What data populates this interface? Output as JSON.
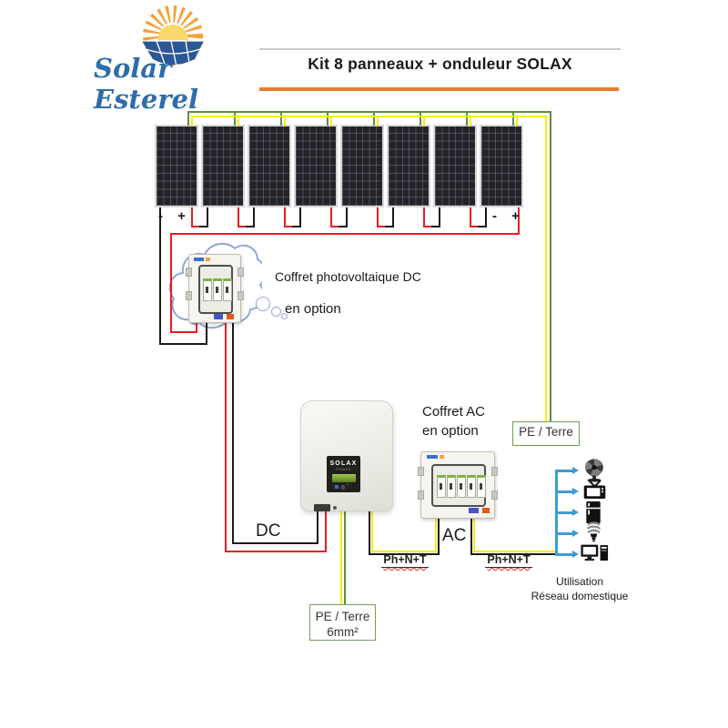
{
  "header": {
    "logo_text": "Solar Esterel",
    "title": "Kit 8 panneaux + onduleur SOLAX"
  },
  "panels": {
    "count": 8,
    "first_panel_terminals": "- +",
    "last_panel_terminals": "- +"
  },
  "dc_box": {
    "label": "Coffret photovoltaique DC",
    "option_note": "en option"
  },
  "inverter": {
    "brand": "SOLAX",
    "brand_sub": "POWER"
  },
  "ac_box": {
    "label_line1": "Coffret AC",
    "label_line2": "en option"
  },
  "labels": {
    "dc": "DC",
    "ac": "AC",
    "pe_terre_right": "PE / Terre",
    "pe_terre_bottom_line1": "PE / Terre",
    "pe_terre_bottom_line2": "6mm²",
    "ph_n_t_left": "Ph+N+T",
    "ph_n_t_right": "Ph+N+T",
    "usage_line1": "Utilisation",
    "usage_line2": "Réseau domestique"
  },
  "appliances": [
    {
      "name": "fan"
    },
    {
      "name": "tv"
    },
    {
      "name": "refrigerator"
    },
    {
      "name": "cfl-bulb"
    },
    {
      "name": "computer"
    }
  ],
  "colors": {
    "wire_red": "#EC1C24",
    "wire_black": "#1A1A1A",
    "wire_yellow": "#F7EC13",
    "wire_green": "#5E8C3E",
    "distribution_blue": "#3E9BD5",
    "title_underline_orange": "#E87D2B",
    "pe_box_green": "#6E9E5A",
    "logo_blue": "#2E6DA8",
    "logo_orange": "#F2A338",
    "logo_sun_yellow": "#FAD66B",
    "panel_blue": "#2B5796",
    "squiggle_red": "#D93025"
  }
}
